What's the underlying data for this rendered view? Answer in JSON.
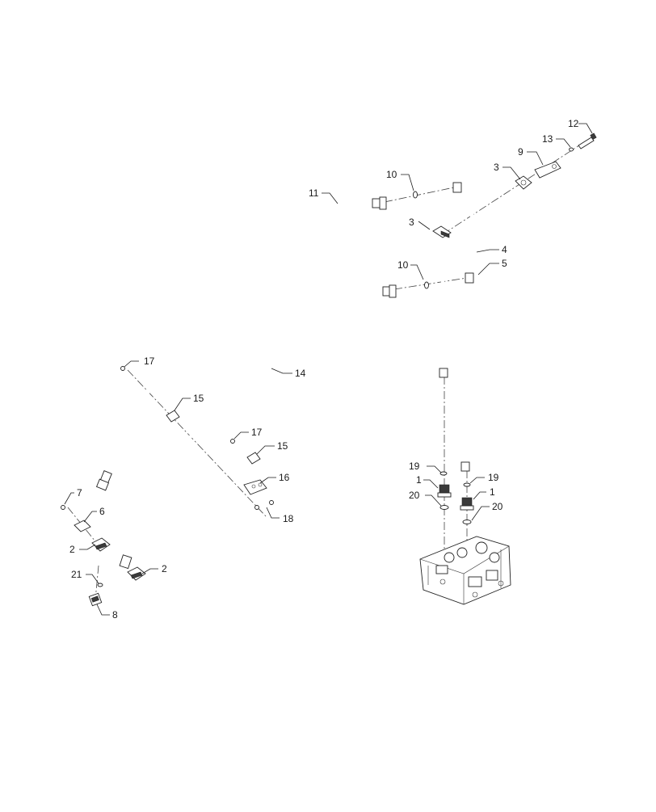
{
  "callouts": [
    {
      "id": "c12",
      "text": "12"
    },
    {
      "id": "c13",
      "text": "13"
    },
    {
      "id": "c9",
      "text": "9"
    },
    {
      "id": "c3a",
      "text": "3"
    },
    {
      "id": "c10a",
      "text": "10"
    },
    {
      "id": "c11",
      "text": "11"
    },
    {
      "id": "c3b",
      "text": "3"
    },
    {
      "id": "c4",
      "text": "4"
    },
    {
      "id": "c10b",
      "text": "10"
    },
    {
      "id": "c5",
      "text": "5"
    },
    {
      "id": "c17a",
      "text": "17"
    },
    {
      "id": "c14",
      "text": "14"
    },
    {
      "id": "c15a",
      "text": "15"
    },
    {
      "id": "c17b",
      "text": "17"
    },
    {
      "id": "c15b",
      "text": "15"
    },
    {
      "id": "c16",
      "text": "16"
    },
    {
      "id": "c7",
      "text": "7"
    },
    {
      "id": "c6",
      "text": "6"
    },
    {
      "id": "c18",
      "text": "18"
    },
    {
      "id": "c2a",
      "text": "2"
    },
    {
      "id": "c2b",
      "text": "2"
    },
    {
      "id": "c21",
      "text": "21"
    },
    {
      "id": "c8",
      "text": "8"
    },
    {
      "id": "c19a",
      "text": "19"
    },
    {
      "id": "c19b",
      "text": "19"
    },
    {
      "id": "c1a",
      "text": "1"
    },
    {
      "id": "c1b",
      "text": "1"
    },
    {
      "id": "c20a",
      "text": "20"
    },
    {
      "id": "c20b",
      "text": "20"
    }
  ]
}
